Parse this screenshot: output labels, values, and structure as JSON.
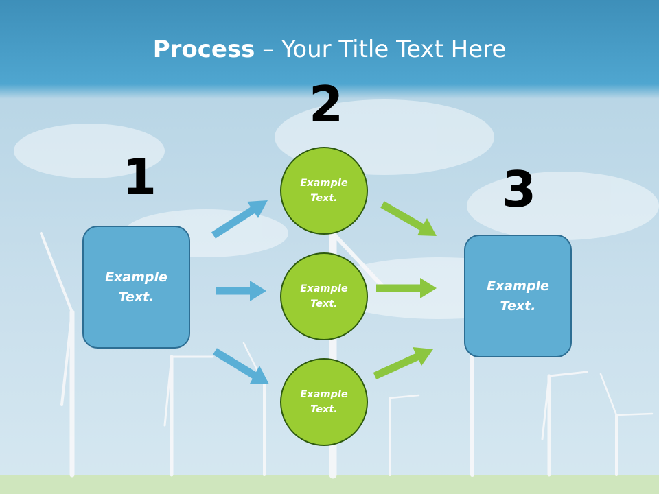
{
  "title": {
    "bold": "Process",
    "rest": " – Your Title Text Here"
  },
  "steps": {
    "one": "1",
    "two": "2",
    "three": "3"
  },
  "nodes": {
    "left": "Example\nText.",
    "top": "Example\nText.",
    "middle": "Example\nText.",
    "bottom": "Example\nText.",
    "right": "Example\nText."
  },
  "colors": {
    "box_fill": "#5faed3",
    "circle_fill": "#9acd32",
    "blue_arrow": "#5aafd6",
    "green_arrow": "#8cc63f"
  }
}
